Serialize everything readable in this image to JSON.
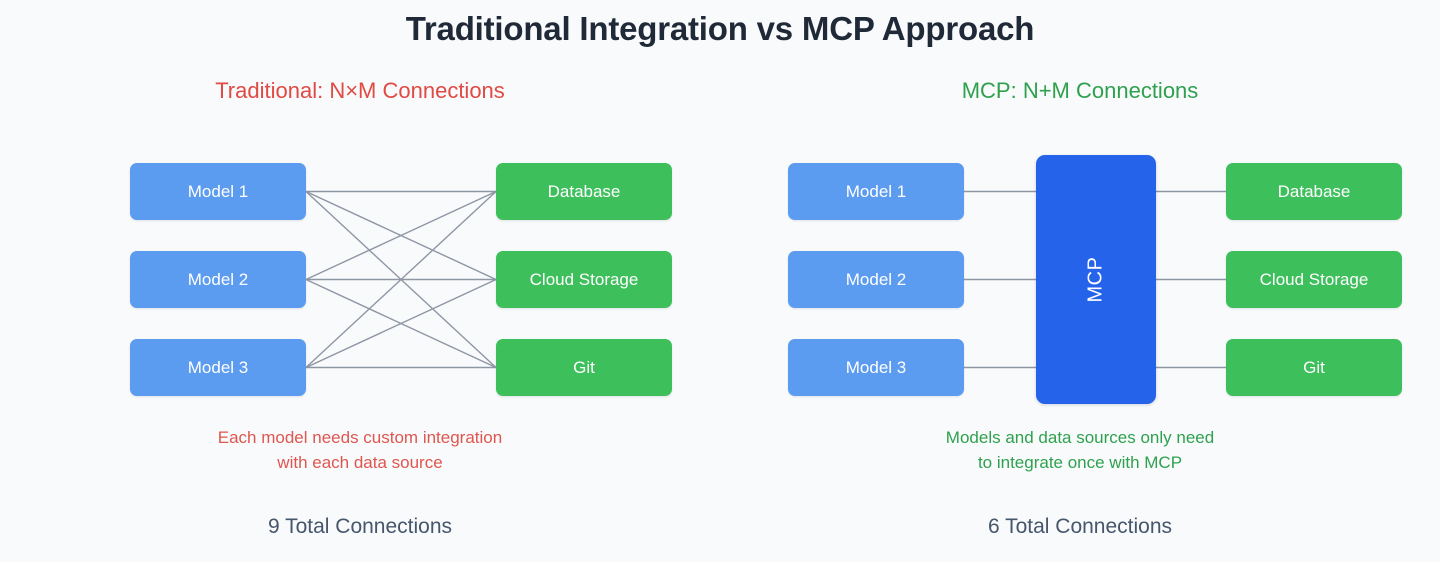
{
  "slide": {
    "title": "Traditional Integration vs MCP Approach",
    "background_color": "#f8fafc"
  },
  "colors": {
    "title": "#1f2937",
    "traditional_accent": "#e04a43",
    "mcp_accent": "#2fa14e",
    "model_box": "#5b9bf0",
    "source_box": "#3dbf5c",
    "hub_box": "#2563eb",
    "connection_line": "#8e96a3",
    "total_text": "#46566b"
  },
  "left_panel": {
    "subtitle": "Traditional: N×M Connections",
    "models": [
      {
        "label": "Model 1"
      },
      {
        "label": "Model 2"
      },
      {
        "label": "Model 3"
      }
    ],
    "sources": [
      {
        "label": "Database"
      },
      {
        "label": "Cloud Storage"
      },
      {
        "label": "Git"
      }
    ],
    "caption_line1": "Each model needs custom integration",
    "caption_line2": "with each data source",
    "total_connections": "9 Total Connections"
  },
  "right_panel": {
    "subtitle": "MCP: N+M Connections",
    "models": [
      {
        "label": "Model 1"
      },
      {
        "label": "Model 2"
      },
      {
        "label": "Model 3"
      }
    ],
    "hub": {
      "label": "MCP"
    },
    "sources": [
      {
        "label": "Database"
      },
      {
        "label": "Cloud Storage"
      },
      {
        "label": "Git"
      }
    ],
    "caption_line1": "Models and data sources only need",
    "caption_line2": "to integrate once with MCP",
    "total_connections": "6 Total Connections"
  },
  "chart_data": {
    "type": "diagram",
    "title": "Traditional Integration vs MCP Approach",
    "comparison": [
      {
        "name": "Traditional",
        "formula": "N×M",
        "n_models": 3,
        "n_sources": 3,
        "edges": 9,
        "topology": "full-bipartite-mesh",
        "edge_pairs": [
          [
            "Model 1",
            "Database"
          ],
          [
            "Model 1",
            "Cloud Storage"
          ],
          [
            "Model 1",
            "Git"
          ],
          [
            "Model 2",
            "Database"
          ],
          [
            "Model 2",
            "Cloud Storage"
          ],
          [
            "Model 2",
            "Git"
          ],
          [
            "Model 3",
            "Database"
          ],
          [
            "Model 3",
            "Cloud Storage"
          ],
          [
            "Model 3",
            "Git"
          ]
        ]
      },
      {
        "name": "MCP",
        "formula": "N+M",
        "n_models": 3,
        "n_sources": 3,
        "edges": 6,
        "topology": "hub-and-spoke",
        "edge_pairs": [
          [
            "Model 1",
            "MCP"
          ],
          [
            "Model 2",
            "MCP"
          ],
          [
            "Model 3",
            "MCP"
          ],
          [
            "MCP",
            "Database"
          ],
          [
            "MCP",
            "Cloud Storage"
          ],
          [
            "MCP",
            "Git"
          ]
        ]
      }
    ]
  }
}
